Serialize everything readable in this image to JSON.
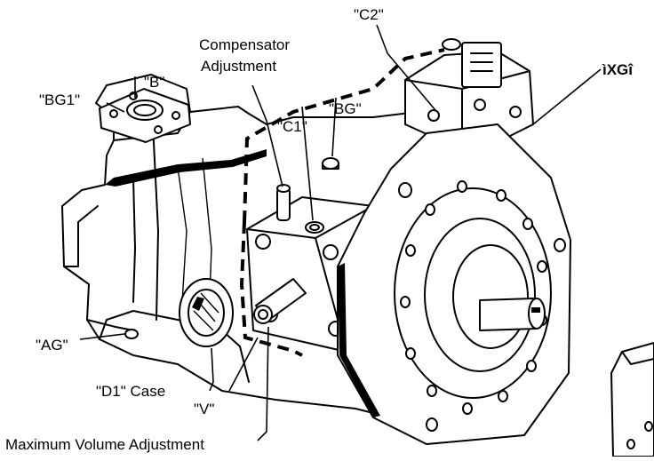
{
  "labels": {
    "c2": "\"C2\"",
    "compensator_line1": "Compensator",
    "compensator_line2": "Adjustment",
    "xg": "ìXGî",
    "b": "\"B\"",
    "bg1": "\"BG1\"",
    "bg": "\"BG\"",
    "c1": "\"C1\"",
    "ag": "\"AG\"",
    "d1_case": "\"D1\" Case",
    "v": "\"V\"",
    "max_volume": "Maximum Volume Adjustment"
  },
  "colors": {
    "ink": "#000000",
    "paper": "#ffffff"
  }
}
